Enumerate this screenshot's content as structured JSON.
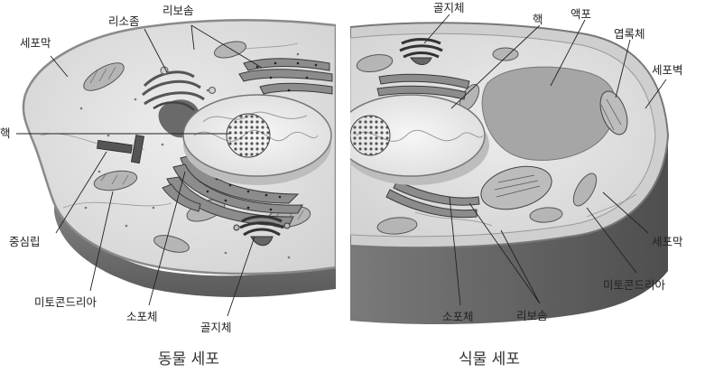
{
  "animal_cell": {
    "caption": "동물 세포",
    "labels": {
      "cell_membrane": "세포막",
      "lysosome": "리소좀",
      "ribosome": "리보솜",
      "nucleus": "핵",
      "centrosome": "중심립",
      "mitochondria": "미토콘드리아",
      "er": "소포체",
      "golgi": "골지체"
    }
  },
  "plant_cell": {
    "caption": "식물 세포",
    "labels": {
      "golgi": "골지체",
      "nucleus": "핵",
      "vacuole": "액포",
      "chloroplast": "엽록체",
      "cell_wall": "세포벽",
      "cell_membrane": "세포막",
      "mitochondria": "미토콘드리아",
      "er": "소포체",
      "ribosome": "리보솜"
    }
  },
  "colors": {
    "cytoplasm": "#e4e4e4",
    "membrane_edge": "#8a8a8a",
    "side_wall": "#6e6e6e",
    "nucleus_fill": "#f1f1f1",
    "organelle": "#b8b8b8",
    "dark": "#4a4a4a"
  }
}
